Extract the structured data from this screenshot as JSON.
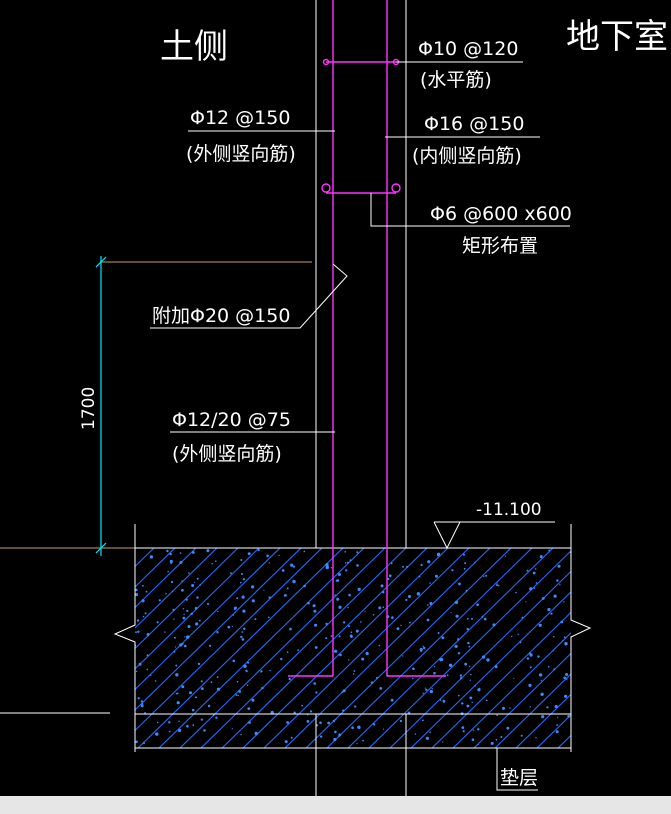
{
  "labels": {
    "soil_side": "土侧",
    "basement": "地下室",
    "horiz_bar": "Φ10 @120",
    "horiz_bar_note": "(水平筋)",
    "outer_vert_bar": "Φ12 @150",
    "outer_vert_note": "(外侧竖向筋)",
    "inner_vert_bar": "Φ16 @150",
    "inner_vert_note": "(内侧竖向筋)",
    "tie_bar": "Φ6 @600 x600",
    "tie_note": "矩形布置",
    "extra_bar": "附加Φ20 @150",
    "outer_vert_bar2": "Φ12/20 @75",
    "outer_vert_note2": "(外侧竖向筋)",
    "dim_1700": "1700",
    "elevation": "-11.100",
    "cushion": "垫层"
  },
  "colors": {
    "background": "#000000",
    "wall_line": "#ffffff",
    "rebar": "#ff33ff",
    "dimension": "#00e5ff",
    "hatch": "#1e6bff",
    "leader_orange": "#c8a060"
  }
}
